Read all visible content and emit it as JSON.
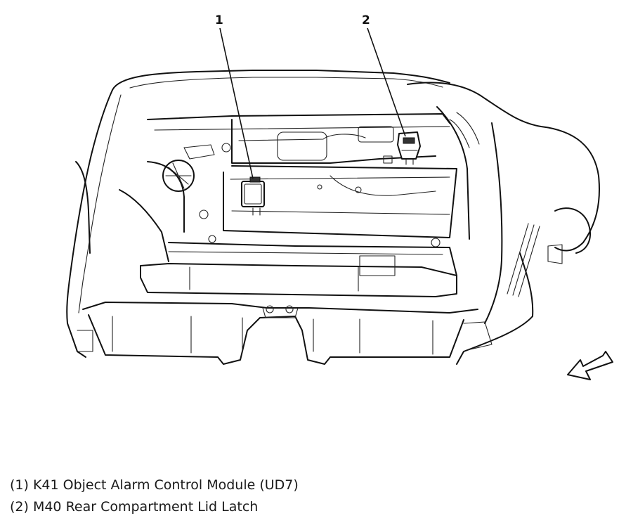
{
  "diagram": {
    "callouts": [
      {
        "number": "1"
      },
      {
        "number": "2"
      }
    ],
    "arrow_icon": "direction-arrow-icon"
  },
  "legend": [
    {
      "text": "(1) K41 Object Alarm Control Module (UD7)"
    },
    {
      "text": "(2) M40 Rear Compartment Lid Latch"
    }
  ]
}
